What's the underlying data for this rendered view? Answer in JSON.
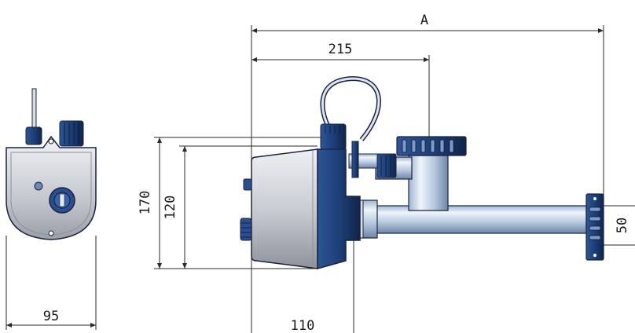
{
  "dimensions": {
    "overall_length": "A",
    "length_215": "215",
    "height_170": "170",
    "height_120": "120",
    "depth_110": "110",
    "width_95": "95",
    "flange_50": "50"
  },
  "colors": {
    "navy": "#1d3f78",
    "navy_dark": "#12284f",
    "grey_body": "#c9ccd3",
    "pipe_light": "#e6eef8",
    "pipe_mid": "#a9bdd8",
    "outline": "#1b2340"
  }
}
